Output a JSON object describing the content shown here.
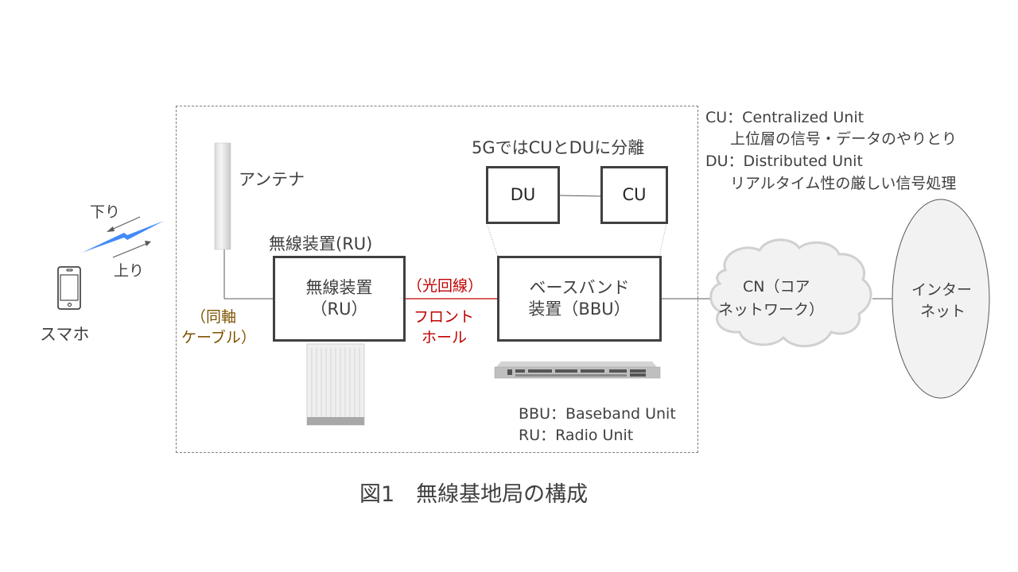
{
  "diagram": {
    "caption": "図1　無線基地局の構成",
    "smartphone": {
      "label": "スマホ",
      "icon": "smartphone-icon"
    },
    "signal": {
      "down_label": "下り",
      "up_label": "上り",
      "icon": "lightning-icon"
    },
    "antenna": {
      "label": "アンテナ",
      "icon": "antenna-panel-icon"
    },
    "coax": {
      "line1": "（同軸",
      "line2": "ケーブル）"
    },
    "ru": {
      "heading": "無線装置(RU)",
      "box_line1": "無線装置",
      "box_line2": "（RU）",
      "icon": "radio-unit-device-icon"
    },
    "fronthaul": {
      "line_label": "（光回線）",
      "line1": "フロント",
      "line2": "ホール"
    },
    "split_note": "5GではCUとDUに分離",
    "du_label": "DU",
    "cu_label": "CU",
    "bbu": {
      "line1": "ベースバンド",
      "line2": "装置（BBU）",
      "icon": "bbu-rack-device-icon"
    },
    "abbreviations_bottom": [
      "BBU：Baseband Unit",
      "RU：Radio Unit"
    ],
    "abbreviations_top": [
      {
        "term": "CU：Centralized Unit",
        "desc": "上位層の信号・データのやりとり"
      },
      {
        "term": "DU：Distributed Unit",
        "desc": "リアルタイム性の厳しい信号処理"
      }
    ],
    "core_network": {
      "line1": "CN（コア",
      "line2": "ネットワーク）"
    },
    "internet": {
      "line1": "インター",
      "line2": "ネット"
    },
    "colors": {
      "text": "#404040",
      "fronthaul": "#c00000",
      "coax": "#7f5200",
      "signal": "#2e7df7",
      "cloud_fill": "#f2f2f2",
      "cloud_stroke": "#d0d0d0"
    }
  }
}
